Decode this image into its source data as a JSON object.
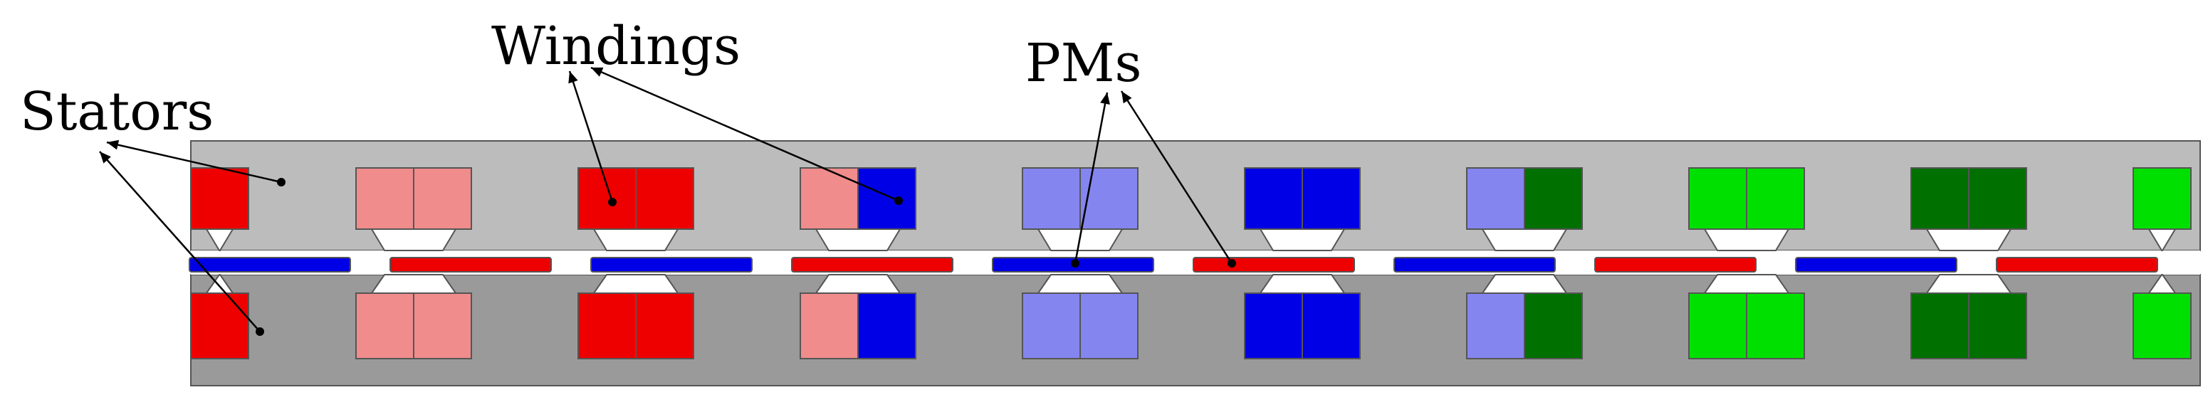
{
  "labels": {
    "stators": "Stators",
    "windings": "Windings",
    "pms": "PMs"
  },
  "colors": {
    "stator_upper": "#bcbcbc",
    "stator_lower": "#9a9a9a",
    "red": "#ee0000",
    "light_red": "#f08c8c",
    "blue": "#0000e6",
    "light_blue": "#8585f0",
    "dark_green": "#007000",
    "green": "#00e000",
    "outline": "#555555",
    "gap": "#ffffff"
  },
  "slots": [
    {
      "left": "red",
      "right": null
    },
    {
      "left": "light_red",
      "right": "light_red"
    },
    {
      "left": "red",
      "right": "red"
    },
    {
      "left": "light_red",
      "right": "blue"
    },
    {
      "left": "light_blue",
      "right": "light_blue"
    },
    {
      "left": "blue",
      "right": "blue"
    },
    {
      "left": "light_blue",
      "right": "dark_green"
    },
    {
      "left": "green",
      "right": "green"
    },
    {
      "left": "dark_green",
      "right": "dark_green"
    },
    {
      "left": "green",
      "right": null
    }
  ],
  "magnets": [
    "blue",
    "red",
    "blue",
    "red",
    "blue",
    "red",
    "blue",
    "red",
    "blue",
    "red"
  ]
}
